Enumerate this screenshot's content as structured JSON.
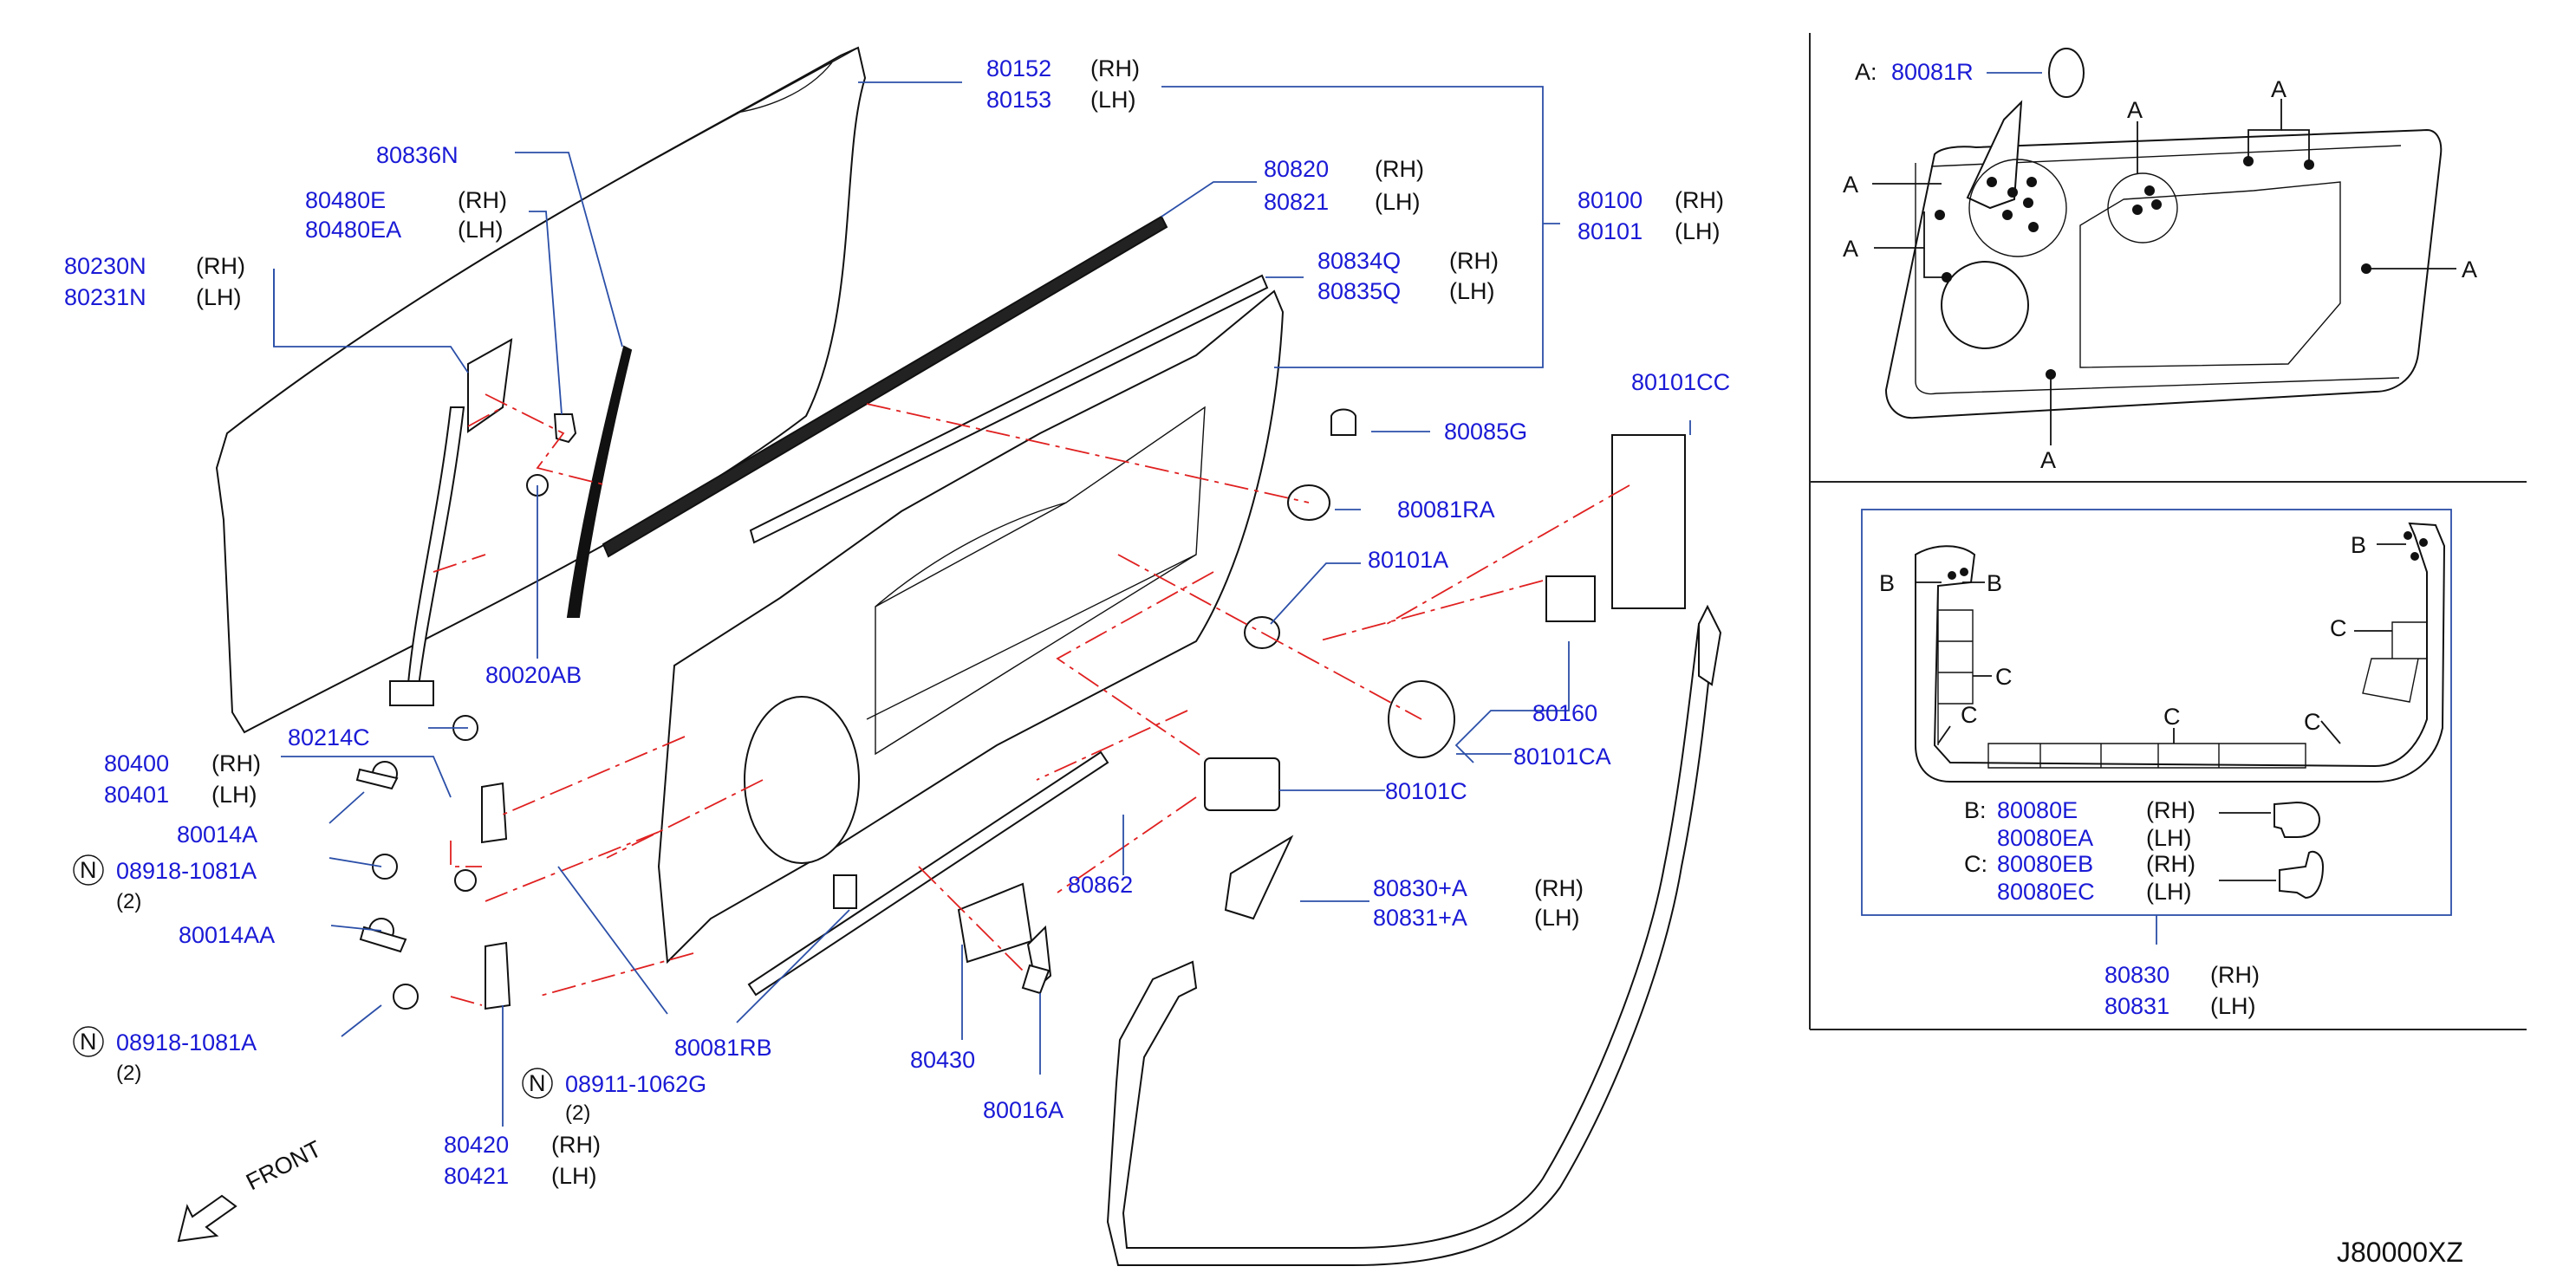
{
  "colors": {
    "part_number": "#1a1ad6",
    "text": "#111111",
    "leader": "#2b4fa8",
    "alignment_line": "#e02020"
  },
  "diagram_code": "J80000XZ",
  "front_arrow_label": "FRONT",
  "sides": {
    "rh": "(RH)",
    "lh": "(LH)"
  },
  "callouts": {
    "p80152": "80152",
    "p80153": "80153",
    "p80836N": "80836N",
    "p80480E": "80480E",
    "p80480EA": "80480EA",
    "p80230N": "80230N",
    "p80231N": "80231N",
    "p80820": "80820",
    "p80821": "80821",
    "p80834Q": "80834Q",
    "p80835Q": "80835Q",
    "p80100": "80100",
    "p80101": "80101",
    "p80101CC": "80101CC",
    "p80085G": "80085G",
    "p80081RA": "80081RA",
    "p80101A": "80101A",
    "p80020AB": "80020AB",
    "p80214C": "80214C",
    "p80400": "80400",
    "p80401": "80401",
    "p80014A": "80014A",
    "p08918a": "08918-1081A",
    "p08918b": "08918-1081A",
    "p80014AA": "80014AA",
    "p80160": "80160",
    "p80101CA": "80101CA",
    "p80101C": "80101C",
    "p80862": "80862",
    "p80830A": "80830+A",
    "p80831A": "80831+A",
    "p80081RB": "80081RB",
    "p80430": "80430",
    "p80016A": "80016A",
    "p08911": "08911-1062G",
    "p80420": "80420",
    "p80421": "80421"
  },
  "quantity": "(2)",
  "nut_symbol": "N",
  "inset_a": {
    "key": "A:",
    "part": "80081R",
    "marker": "A"
  },
  "inset_bc": {
    "marker_b": "B",
    "marker_c": "C",
    "key_b": "B:",
    "key_c": "C:",
    "b_rh": "80080E",
    "b_lh": "80080EA",
    "c_rh": "80080EB",
    "c_lh": "80080EC",
    "assy_rh": "80830",
    "assy_lh": "80831"
  }
}
